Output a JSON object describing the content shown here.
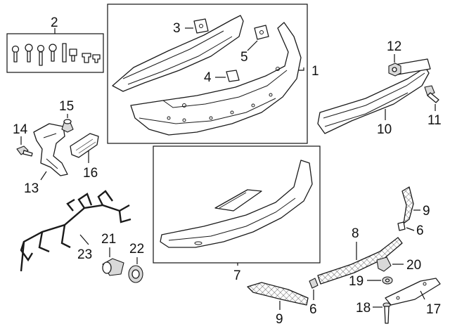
{
  "callouts": {
    "c1": "1",
    "c2": "2",
    "c3": "3",
    "c4": "4",
    "c5": "5",
    "c6a": "6",
    "c6b": "6",
    "c7": "7",
    "c8": "8",
    "c9a": "9",
    "c9b": "9",
    "c10": "10",
    "c11": "11",
    "c12": "12",
    "c13": "13",
    "c14": "14",
    "c15": "15",
    "c16": "16",
    "c17": "17",
    "c18": "18",
    "c19": "19",
    "c20": "20",
    "c21": "21",
    "c22": "22",
    "c23": "23"
  },
  "colors": {
    "line": "#1a1a1a",
    "fill": "#ffffff",
    "shade": "#d9d9d9"
  }
}
